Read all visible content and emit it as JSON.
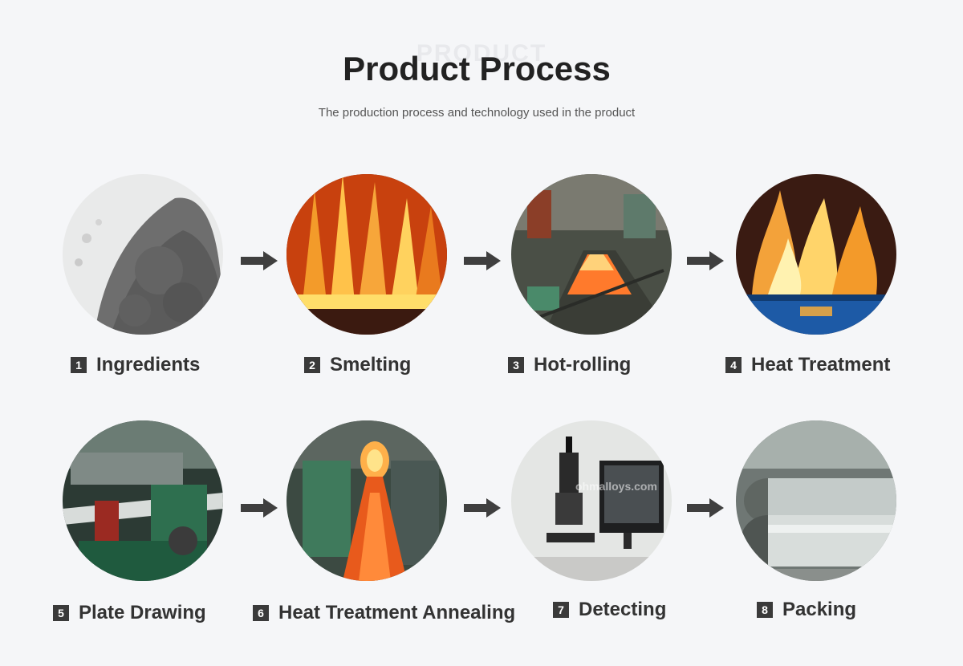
{
  "header": {
    "watermark": "PRODUCT",
    "title": "Product Process",
    "subtitle": "The production process and technology used in the product"
  },
  "steps": [
    {
      "num": "1",
      "label": "Ingredients",
      "icon": "powder-image"
    },
    {
      "num": "2",
      "label": "Smelting",
      "icon": "molten-metal-image"
    },
    {
      "num": "3",
      "label": "Hot-rolling",
      "icon": "rolling-mill-image"
    },
    {
      "num": "4",
      "label": "Heat Treatment",
      "icon": "furnace-flames-image"
    },
    {
      "num": "5",
      "label": "Plate Drawing",
      "icon": "drawing-machine-image"
    },
    {
      "num": "6",
      "label": "Heat Treatment Annealing",
      "icon": "annealing-furnace-image"
    },
    {
      "num": "7",
      "label": "Detecting",
      "icon": "microscope-image"
    },
    {
      "num": "8",
      "label": "Packing",
      "icon": "steel-coils-image"
    }
  ],
  "image_watermark": "ohmalloys.com",
  "colors": {
    "background": "#f5f6f8",
    "title": "#222222",
    "badge": "#3a3a3a",
    "arrow": "#3f3f3f"
  }
}
